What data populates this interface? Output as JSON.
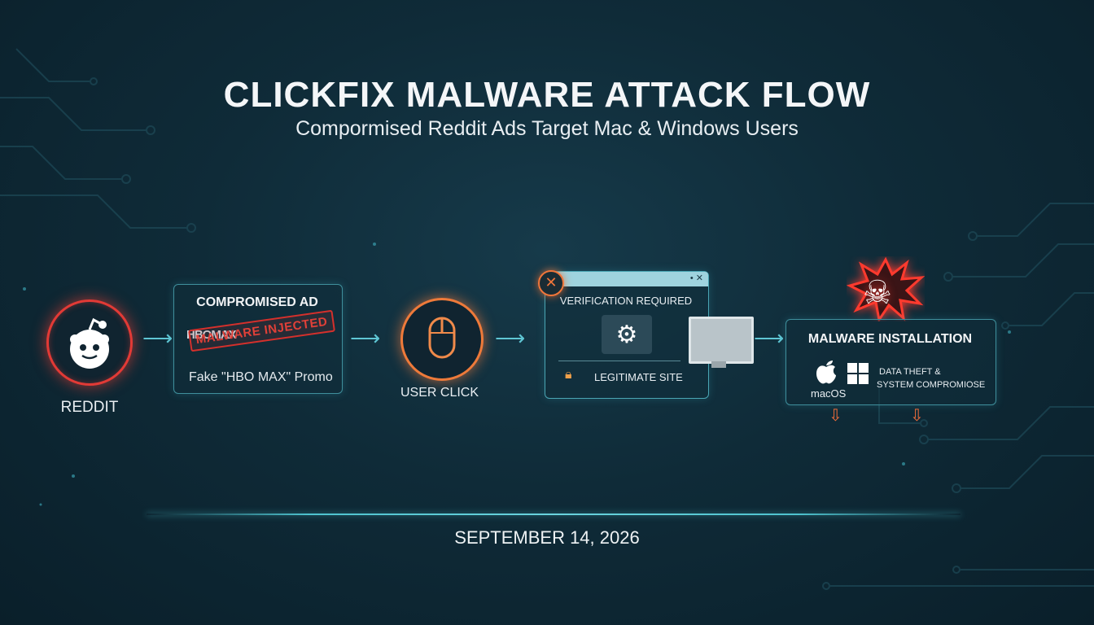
{
  "title": "CLICKFIX MALWARE ATTACK FLOW",
  "subtitle": "Compormised Reddit Ads Target Mac & Windows Users",
  "nodes": {
    "reddit": {
      "label": "REDDIT"
    },
    "ad": {
      "title": "COMPROMISED AD",
      "brand": "HBOMAX",
      "stamp": "MALWARE INJECTED",
      "caption": "Fake \"HBO MAX\" Promo"
    },
    "click": {
      "label": "USER CLICK"
    },
    "verification": {
      "title": "VERIFICATION REQUIRED",
      "site": "LEGITIMATE SITE",
      "window_controls": "• ✕"
    },
    "malware": {
      "title": "MALWARE INSTALLATION",
      "os_mac": "macOS",
      "effect_line1": "DATA THEFT &",
      "effect_line2": "SYSTEM COMPROMIOSE"
    }
  },
  "date": "SEPTEMBER 14, 2026",
  "colors": {
    "accent_teal": "#4ec3cf",
    "danger_red": "#e23a36",
    "warn_orange": "#ee7a3a"
  }
}
